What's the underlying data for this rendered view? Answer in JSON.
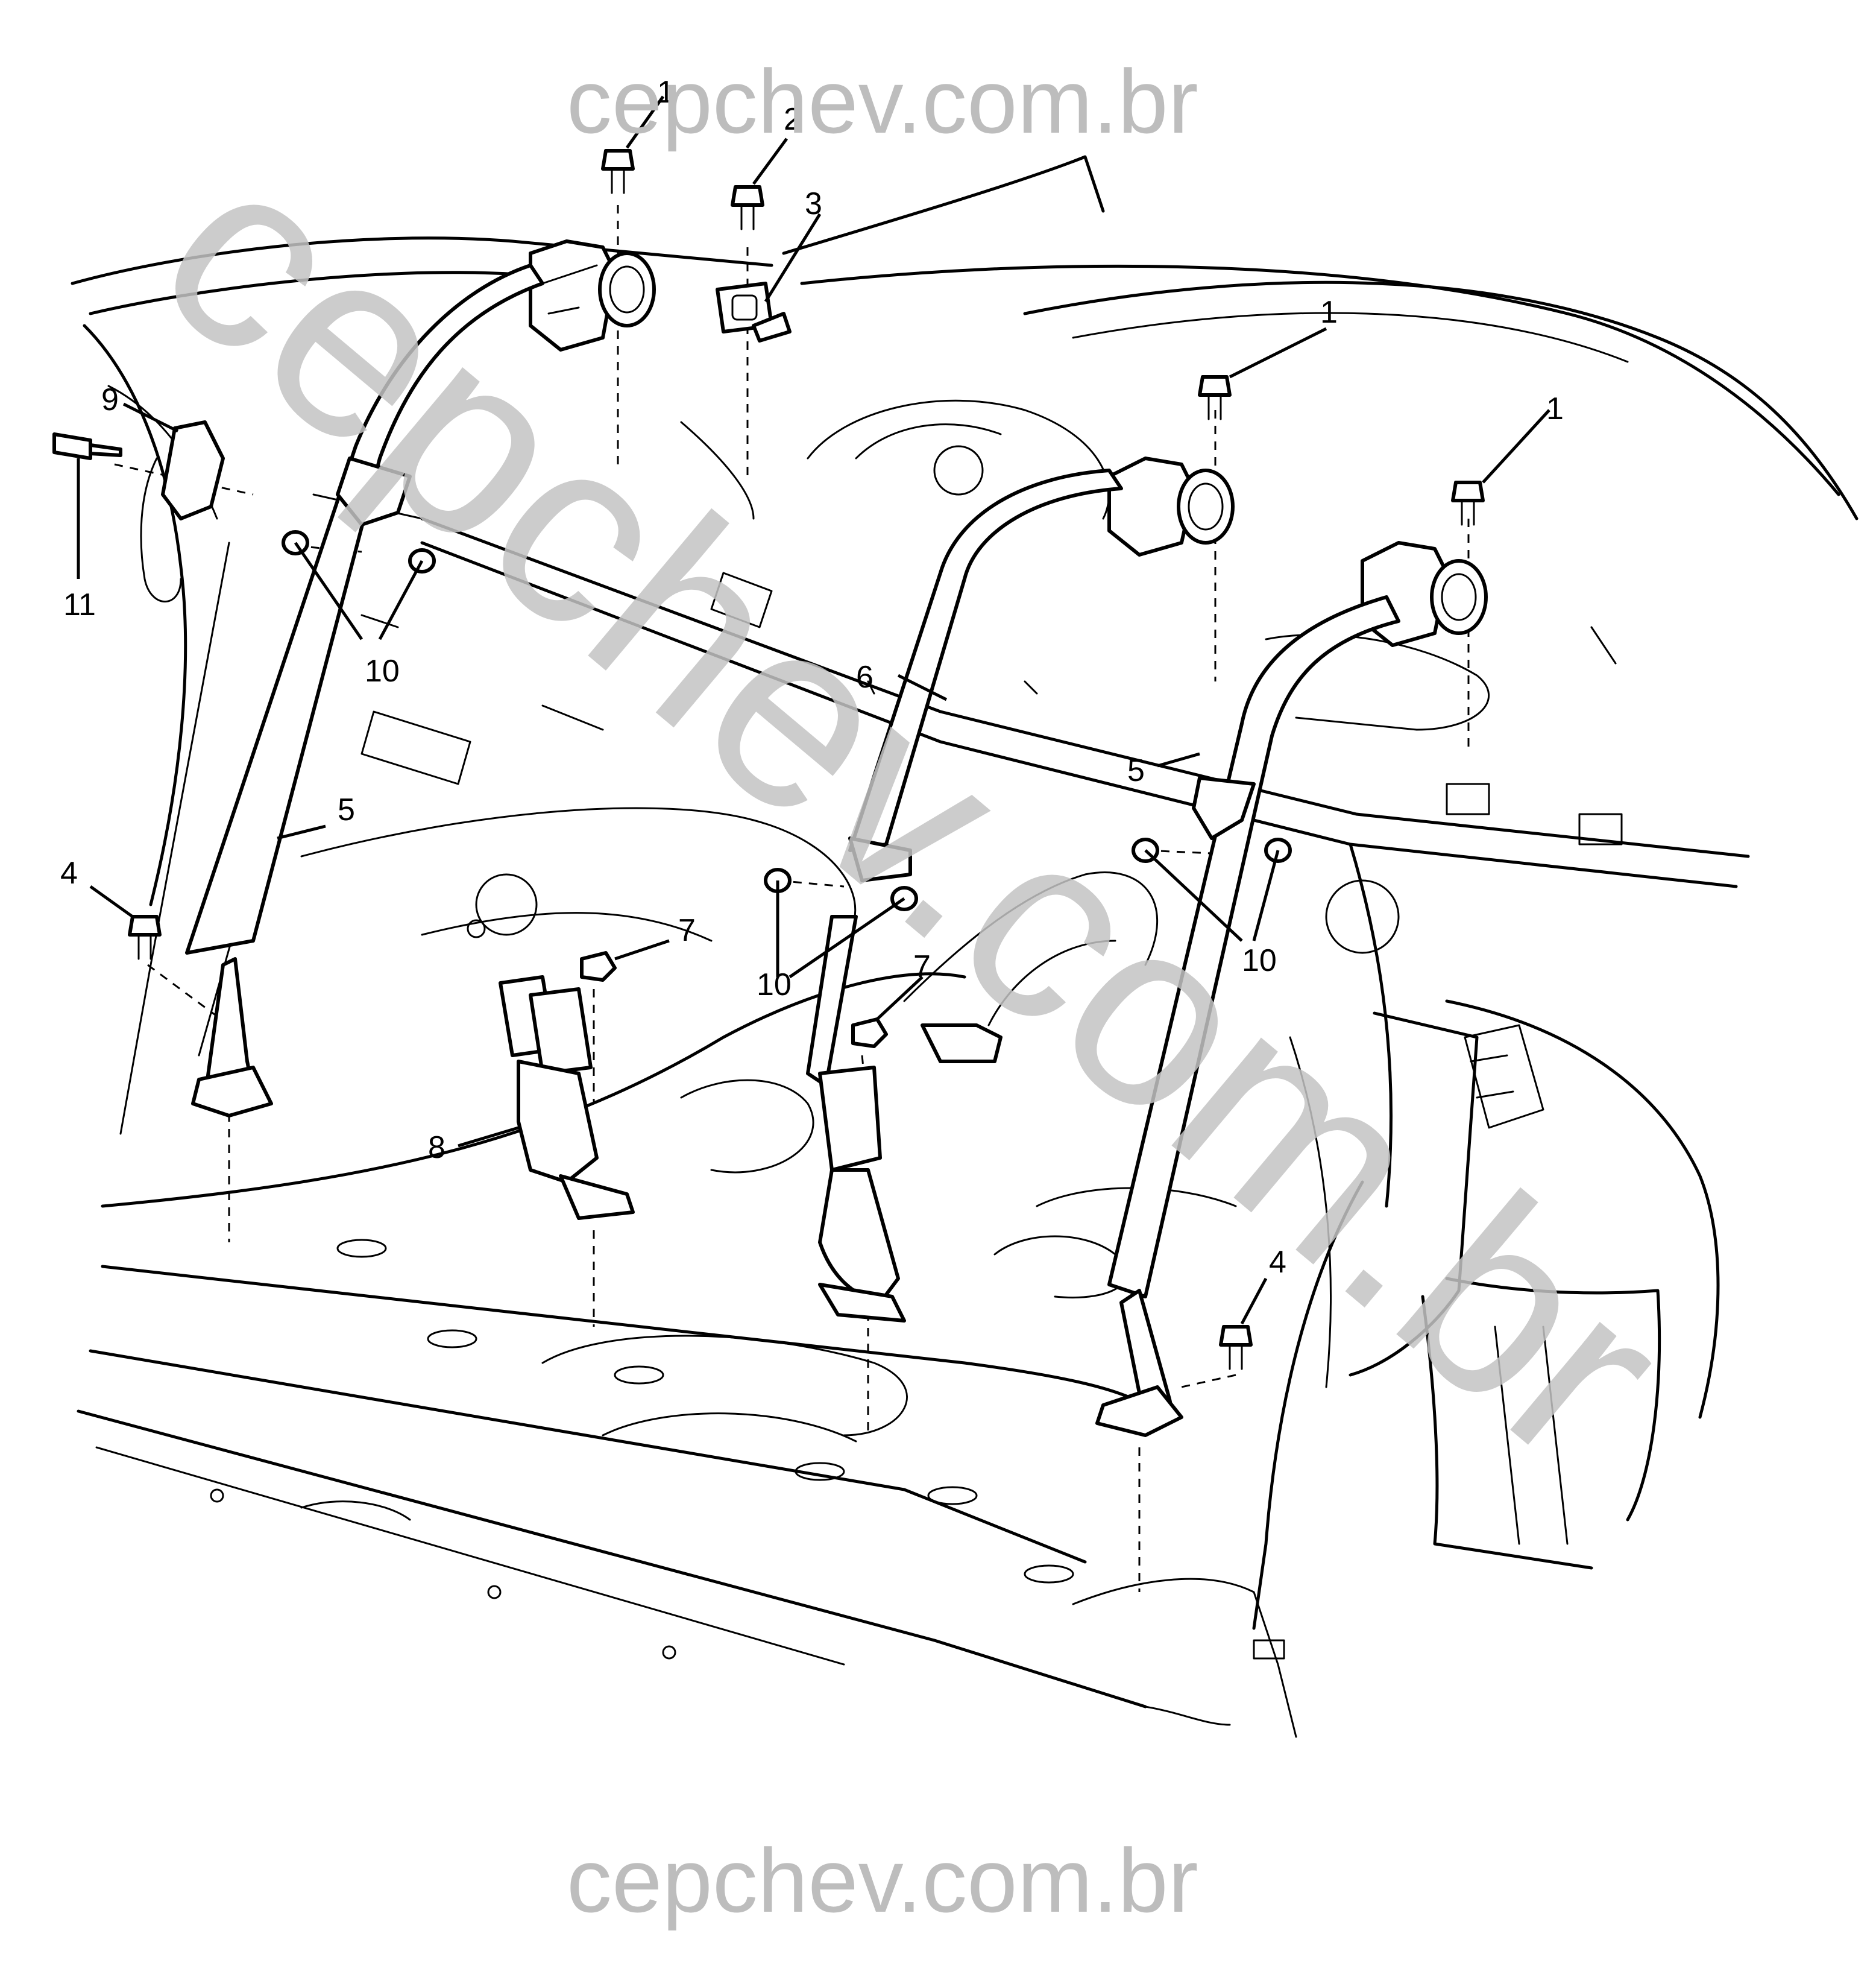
{
  "watermark": {
    "top": "cepchev.com.br",
    "bottom": "cepchev.com.br",
    "diagonal": "cepchev.com.br",
    "color": "#bdbdbd"
  },
  "callouts": {
    "c1a": "1",
    "c2": "2",
    "c3": "3",
    "c1b": "1",
    "c1c": "1",
    "c9": "9",
    "c11": "11",
    "c10a": "10",
    "c6": "6",
    "c5a": "5",
    "c5b": "5",
    "c4a": "4",
    "c7a": "7",
    "c7b": "7",
    "c10b": "10",
    "c10c": "10",
    "c8": "8",
    "c4b": "4"
  }
}
